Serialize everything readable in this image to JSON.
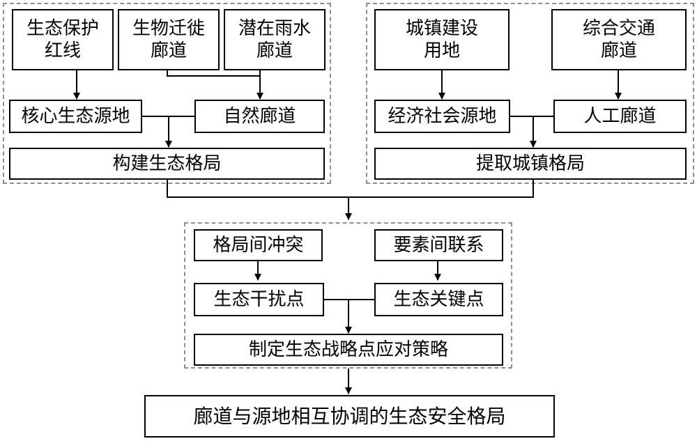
{
  "ecological": {
    "redline": "生态保护\n红线",
    "migration": "生物迁徙\n廊道",
    "rainwater": "潜在雨水\n廊道",
    "core_source": "核心生态源地",
    "natural_corridor": "自然廊道",
    "build_pattern": "构建生态格局"
  },
  "urban": {
    "construction_land": "城镇建设\n用地",
    "transport_corridor": "综合交通\n廊道",
    "economic_source": "经济社会源地",
    "artificial_corridor": "人工廊道",
    "extract_pattern": "提取城镇格局"
  },
  "strategy": {
    "conflict": "格局间冲突",
    "linkage": "要素间联系",
    "disturbance_point": "生态干扰点",
    "key_point": "生态关键点",
    "formulate": "制定生态战略点应对策略"
  },
  "result": "廊道与源地相互协调的生态安全格局",
  "colors": {
    "line": "#000000",
    "group_border": "#8f8f8f"
  }
}
